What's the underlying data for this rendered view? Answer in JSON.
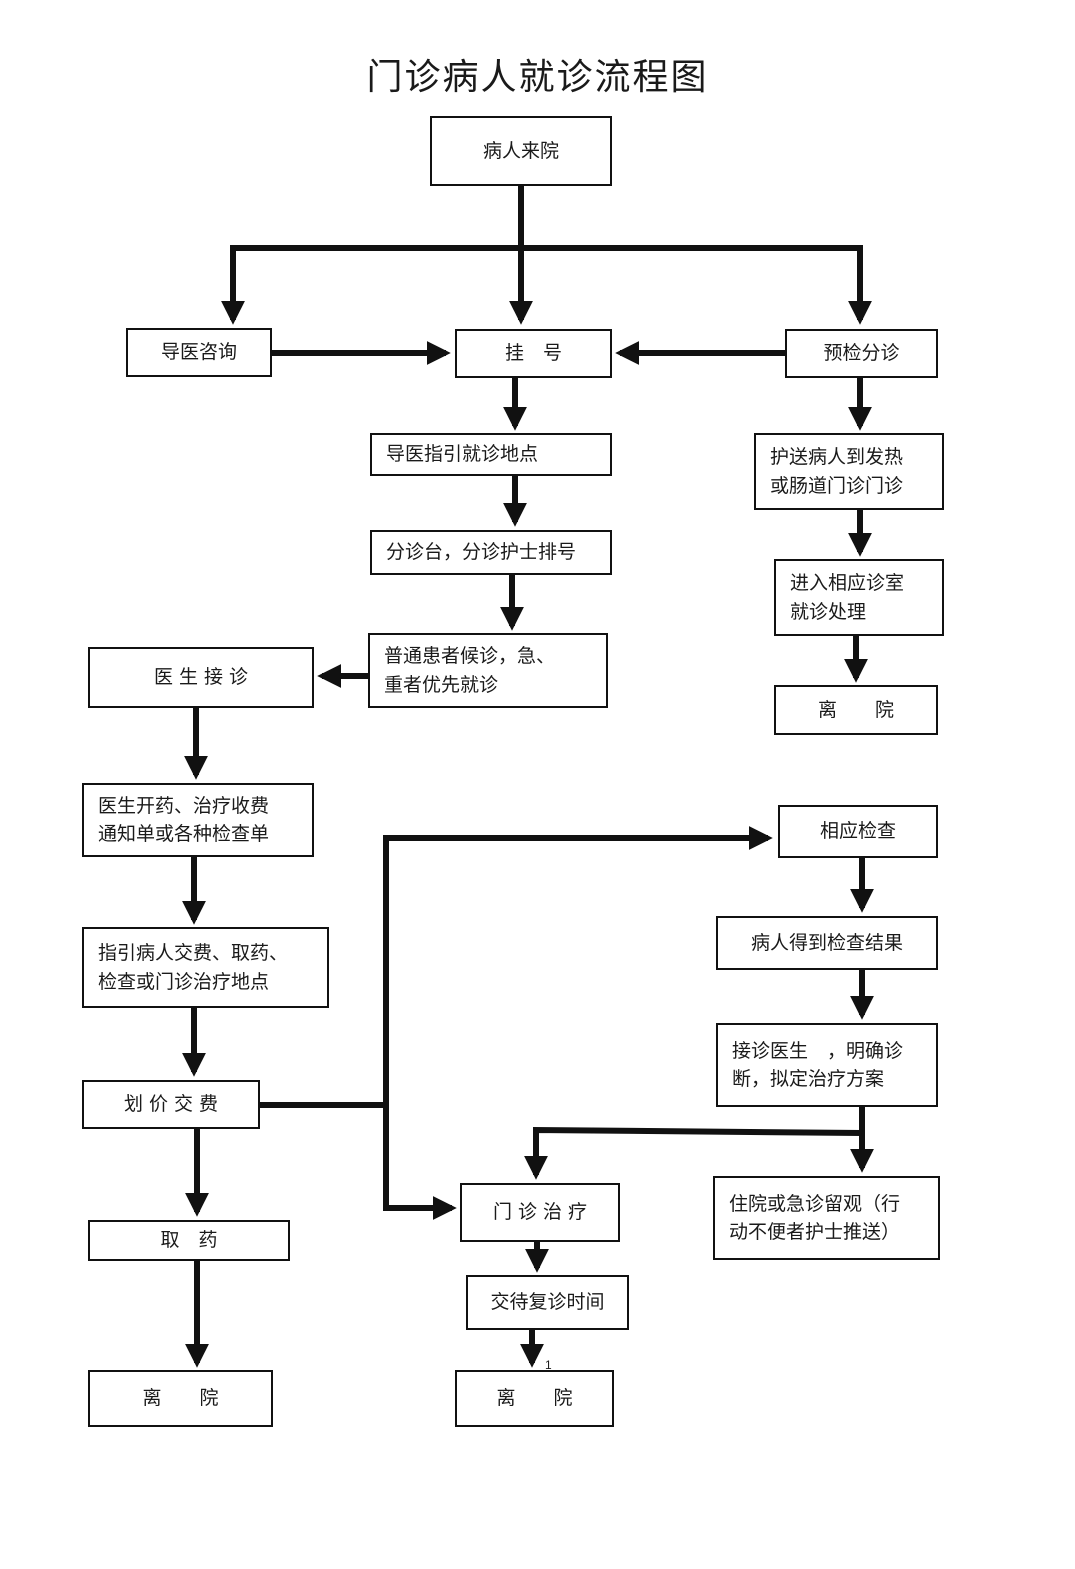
{
  "title": "门诊病人就诊流程图",
  "page_number": "1",
  "nodes": {
    "arrive": "病人来院",
    "guide_consult": "导医咨询",
    "register": "挂　号",
    "pre_triage": "预检分诊",
    "guide_location": "导医指引就诊地点",
    "triage_desk": "分诊台，分诊护士排号",
    "escort_fever": "护送病人到发热\n或肠道门诊门诊",
    "enter_room": "进入相应诊室\n就诊处理",
    "leave_right": "离　　院",
    "wait": "普通患者候诊，急、\n重者优先就诊",
    "doctor_receive": "医 生 接 诊",
    "prescribe": "医生开药、治疗收费\n通知单或各种检查单",
    "guide_pay": "指引病人交费、取药、\n检查或门诊治疗地点",
    "pay": "划 价 交 费",
    "get_medicine": "取　药",
    "leave_left": "离　　院",
    "exam": "相应检查",
    "exam_result": "病人得到检查结果",
    "diagnose": "接诊医生　，明确诊\n断，拟定治疗方案",
    "hospitalize": "住院或急诊留观（行\n动不便者护士推送）",
    "outpatient_treat": "门 诊 治 疗",
    "followup": "交待复诊时间",
    "leave_mid": "离　　院"
  }
}
